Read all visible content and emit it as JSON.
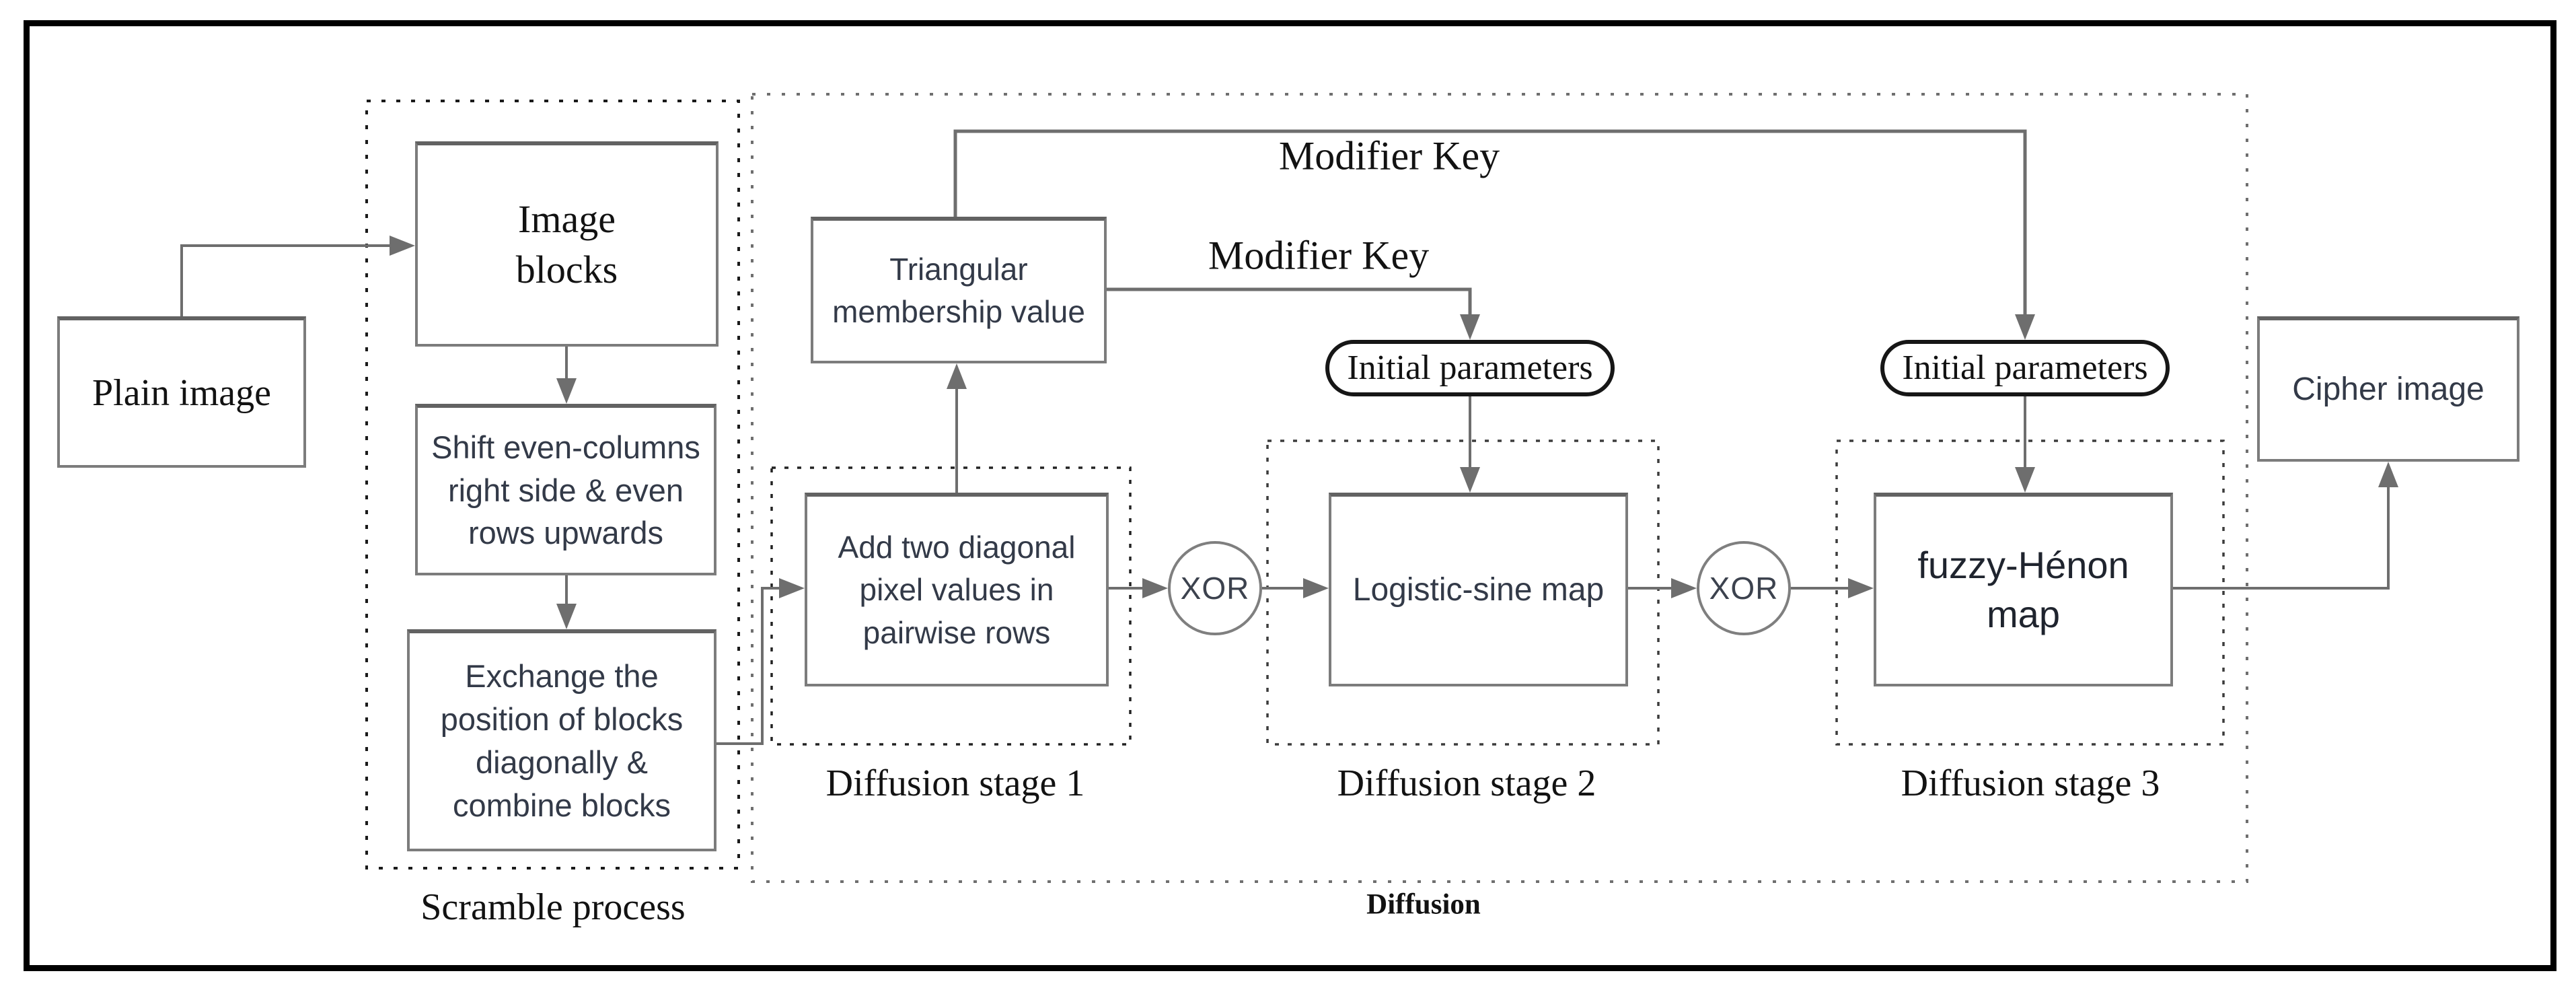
{
  "figure": {
    "colors": {
      "background": "#ffffff",
      "frame": "#000000",
      "box_border": "#7c7c7c",
      "stadium_border": "#161616",
      "connector": "#6e6e6e",
      "dotted_group_border": "#1a1a1a",
      "serif_text": "#121212",
      "sans_text": "#333a48"
    },
    "nodes": {
      "plain_image": {
        "label": "Plain image"
      },
      "image_blocks": {
        "lines": [
          "Image",
          "blocks"
        ]
      },
      "shift_even": {
        "lines": [
          "Shift even-columns",
          "right side & even",
          "rows upwards"
        ]
      },
      "exchange_blocks": {
        "lines": [
          "Exchange the",
          "position of blocks",
          "diagonally &",
          "combine blocks"
        ]
      },
      "triangular_membership": {
        "lines": [
          "Triangular",
          "membership value"
        ]
      },
      "add_diagonal": {
        "lines": [
          "Add two diagonal",
          "pixel values in",
          "pairwise rows"
        ]
      },
      "logistic_sine": {
        "label": "Logistic-sine map"
      },
      "fuzzy_henon": {
        "lines": [
          "fuzzy-Hénon",
          "map"
        ]
      },
      "cipher_image": {
        "label": "Cipher image"
      },
      "xor_1": {
        "label": "XOR"
      },
      "xor_2": {
        "label": "XOR"
      },
      "initial_parameters_1": {
        "label": "Initial parameters"
      },
      "initial_parameters_2": {
        "label": "Initial parameters"
      }
    },
    "edge_labels": {
      "modifier_key_top": "Modifier Key",
      "modifier_key_mid": "Modifier Key"
    },
    "group_labels": {
      "scramble": "Scramble process",
      "diffusion": "Diffusion",
      "stage1": "Diffusion stage 1",
      "stage2": "Diffusion stage 2",
      "stage3": "Diffusion stage 3"
    }
  }
}
